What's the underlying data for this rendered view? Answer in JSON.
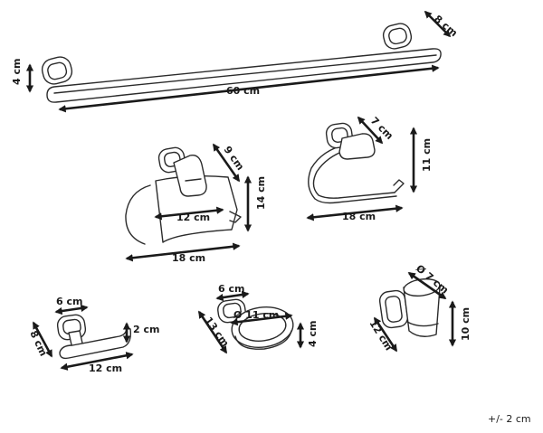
{
  "towel_bar": {
    "length": "60 cm",
    "depth": "8 cm",
    "height": "4 cm"
  },
  "paper_holder": {
    "depth": "9 cm",
    "inner_width": "12 cm",
    "width": "18 cm",
    "height": "14 cm"
  },
  "towel_ring": {
    "depth": "7 cm",
    "width": "18 cm",
    "height": "11 cm"
  },
  "robe_hook": {
    "top": "6 cm",
    "right": "2 cm",
    "depth": "8 cm",
    "width": "12 cm"
  },
  "soap_dish": {
    "top": "6 cm",
    "diameter": "Ø 11 cm",
    "depth": "13 cm",
    "height": "4 cm"
  },
  "tumbler": {
    "diameter": "Ø 7 cm",
    "depth": "12 cm",
    "height": "10 cm"
  },
  "tolerance": "+/- 2 cm",
  "colors": {
    "line": "#2b2b2b",
    "background": "#ffffff"
  }
}
